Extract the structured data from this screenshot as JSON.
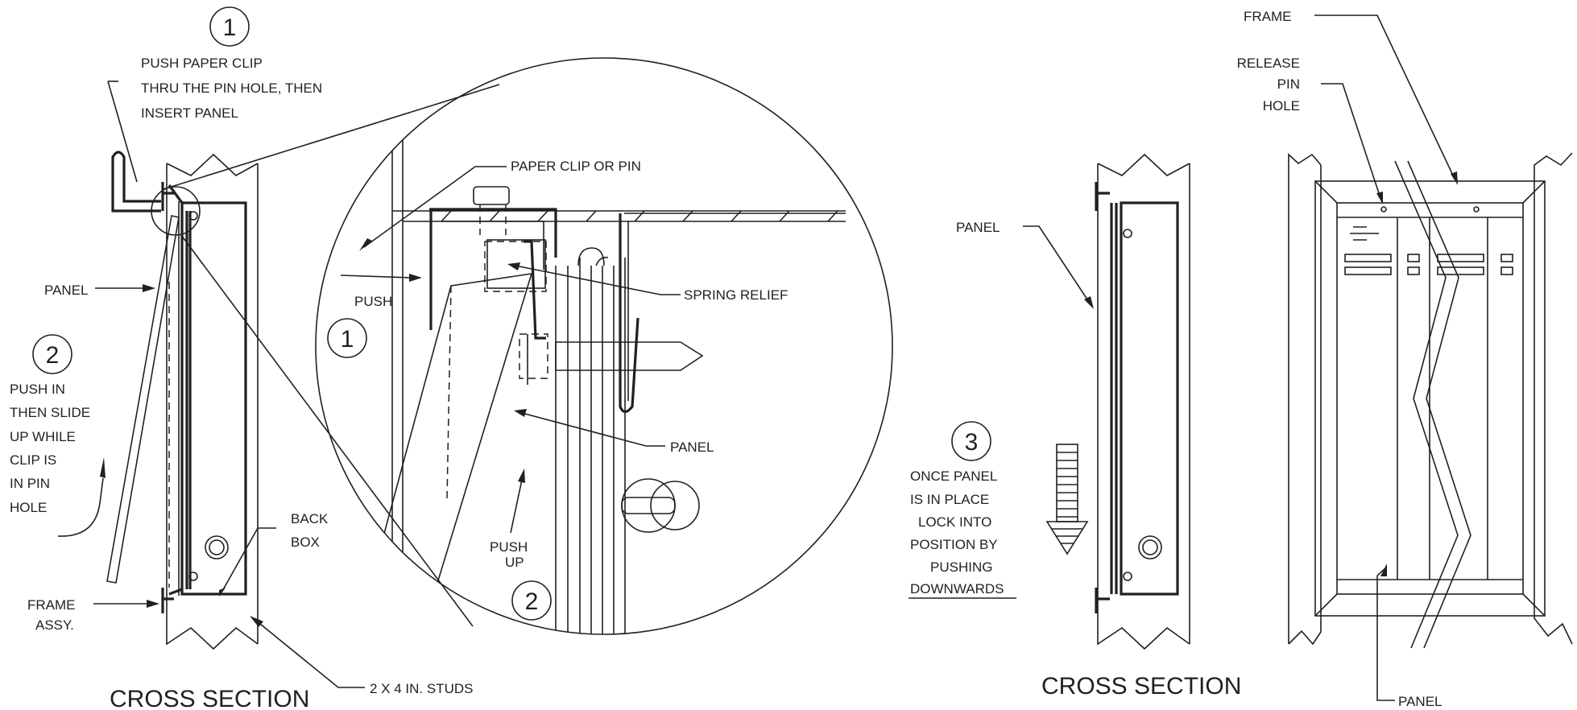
{
  "steps": {
    "step1": {
      "number": "1",
      "lines": [
        "PUSH PAPER CLIP",
        "THRU THE PIN HOLE, THEN",
        "INSERT PANEL"
      ]
    },
    "step2": {
      "number": "2",
      "lines": [
        "PUSH IN",
        "THEN SLIDE",
        "UP WHILE",
        "CLIP IS",
        "IN PIN",
        "HOLE"
      ]
    },
    "step3": {
      "number": "3",
      "lines": [
        "ONCE PANEL",
        "IS IN PLACE",
        "LOCK INTO",
        "POSITION BY",
        "PUSHING",
        "DOWNWARDS"
      ]
    }
  },
  "left_section": {
    "title": "CROSS SECTION",
    "panel_label": "PANEL",
    "back_box_lines": [
      "BACK",
      "BOX"
    ],
    "frame_lines": [
      "FRAME",
      "ASSY."
    ],
    "studs_label": "2 X 4 IN. STUDS"
  },
  "detail": {
    "paper_clip_label": "PAPER CLIP OR PIN",
    "push_label": "PUSH",
    "spring_relief_label": "SPRING RELIEF",
    "panel_label": "PANEL",
    "push_up_lines": [
      "PUSH",
      "UP"
    ],
    "badge1": "1",
    "badge2": "2"
  },
  "right_section": {
    "title": "CROSS SECTION",
    "panel_label": "PANEL"
  },
  "front_view": {
    "frame_label": "FRAME",
    "release_lines": [
      "RELEASE",
      "PIN",
      "HOLE"
    ],
    "panel_label": "PANEL"
  }
}
